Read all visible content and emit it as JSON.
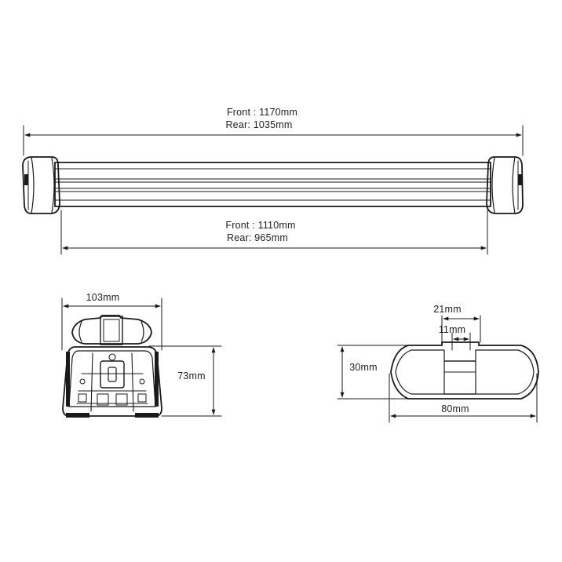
{
  "dimensions": {
    "overall_length": {
      "front": "Front : 1170mm",
      "rear": "Rear: 1035mm"
    },
    "bar_length": {
      "front": "Front : 1110mm",
      "rear": "Rear: 965mm"
    },
    "foot_width": "103mm",
    "foot_height": "73mm",
    "profile_height": "30mm",
    "profile_width": "80mm",
    "slot_outer": "21mm",
    "slot_inner": "11mm"
  },
  "colors": {
    "line": "#1a1a1a",
    "fill": "#ffffff",
    "text": "#222222"
  }
}
